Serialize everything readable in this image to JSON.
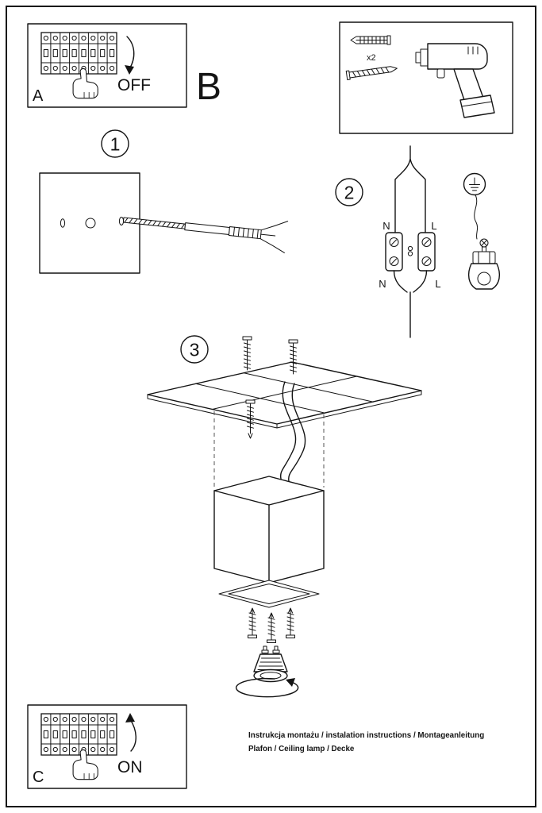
{
  "panel_a": {
    "label": "A",
    "action": "OFF"
  },
  "section_b": {
    "label": "B",
    "plug_count": "x2"
  },
  "steps": {
    "step1": "1",
    "step2": "2",
    "step3": "3"
  },
  "wiring": {
    "n_top": "N",
    "l_top": "L",
    "n_bottom": "N",
    "l_bottom": "L"
  },
  "panel_c": {
    "label": "C",
    "action": "ON"
  },
  "footer": {
    "line1": "Instrukcja montażu / instalation instructions / Montageanleitung",
    "line2": "Plafon / Ceiling lamp / Decke"
  }
}
